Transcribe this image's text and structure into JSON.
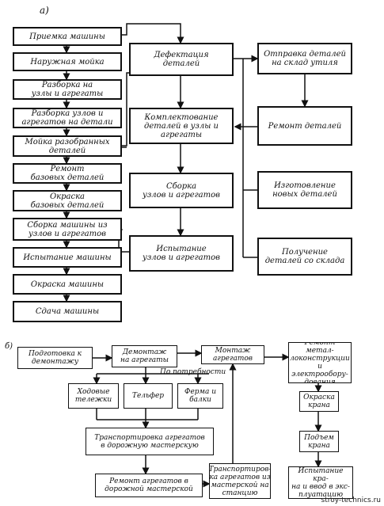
{
  "part_a": {
    "label": "а)",
    "left_column": [
      "Приемка машины",
      "Наружная мойка",
      "Разборка на\nузлы и агрегаты",
      "Разборка узлов и\nагрегатов на детали",
      "Мойка разобранных\nдеталей",
      "Ремонт\nбазовых деталей",
      "Окраска\nбазовых деталей",
      "Сборка машины из\nузлов и агрегатов",
      "Испытание машины",
      "Окраска машины",
      "Сдача машины"
    ],
    "center_column": [
      "Дефектация\nдеталей",
      "Комплектование\nдеталей в узлы и\nагрегаты",
      "Сборка\nузлов и агрегатов",
      "Испытание\nузлов и агрегатов"
    ],
    "right_column": [
      "Отправка деталей\nна склад утиля",
      "Ремонт деталей",
      "Изготовление\nновых деталей",
      "Получение\nдеталей со склада"
    ]
  },
  "part_b": {
    "label": "б)",
    "boxes": {
      "prep": "Подготовка к\nдемонтажу",
      "dismantle": "Демонтаж\nна агрегаты",
      "mount": "Монтаж\nагрегатов",
      "repair_metal": "Ремонт метал-\nлоконструкции\nи электрообору-\nдования",
      "paint_crane": "Окраска\nкрана",
      "lift_crane": "Подъем\nкрана",
      "test_crane": "Испытание кра-\nна и ввод в экс-\nплуатацию",
      "carts": "Ходовые\nтележки",
      "hoist": "Тельфер",
      "truss": "Ферма и\nбалки",
      "transport_to_shop": "Транспортировка агрегатов\nв дорожную мастерскую",
      "repair_shop": "Ремонт агрегатов в\nдорожной мастерской",
      "transport_from_shop": "Транспортиров-\nка агрегатов из\nмастерской на\nстанцию"
    },
    "note_as_needed": "По потребности"
  },
  "watermark": "stroy-technics.ru"
}
